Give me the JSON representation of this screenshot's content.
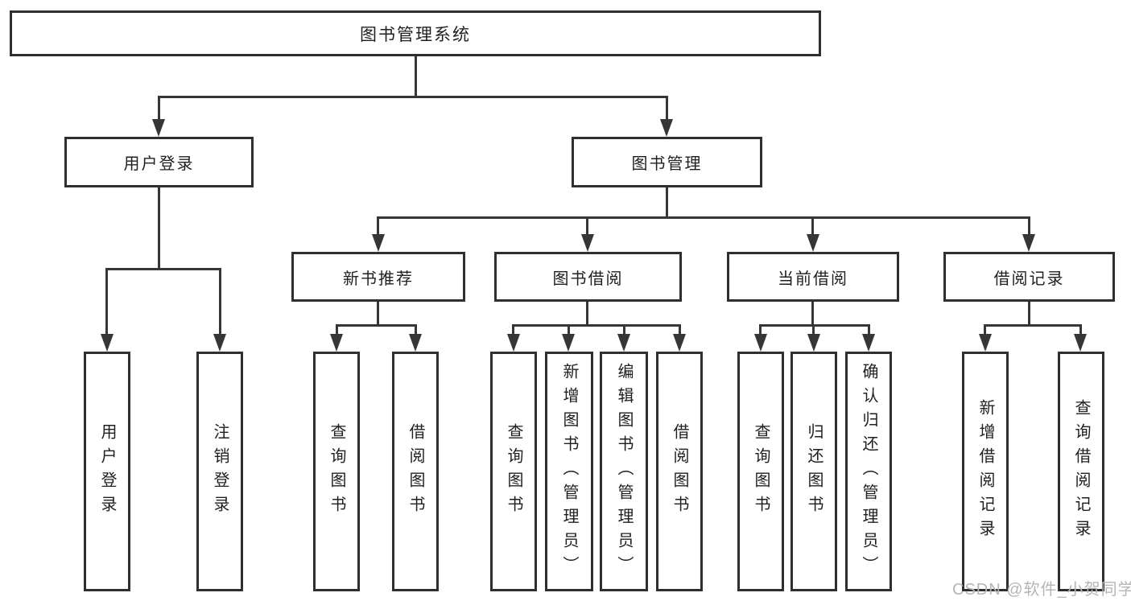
{
  "diagram": {
    "root": "图书管理系统",
    "branches": [
      {
        "label": "用户登录",
        "children": [
          "用户登录",
          "注销登录"
        ]
      },
      {
        "label": "图书管理",
        "children": [
          {
            "label": "新书推荐",
            "children": [
              "查询图书",
              "借阅图书"
            ]
          },
          {
            "label": "图书借阅",
            "children": [
              "查询图书",
              "新增图书（管理员）",
              "编辑图书（管理员）",
              "借阅图书"
            ]
          },
          {
            "label": "当前借阅",
            "children": [
              "查询图书",
              "归还图书",
              "确认归还（管理员）"
            ]
          },
          {
            "label": "借阅记录",
            "children": [
              "新增借阅记录",
              "查询借阅记录"
            ]
          }
        ]
      }
    ]
  },
  "colors": {
    "line": "#363636",
    "border": "#2f2f2f",
    "watermark": "#b5b5b5"
  },
  "watermark": {
    "text": "CSDN @软件_小贺同学"
  }
}
